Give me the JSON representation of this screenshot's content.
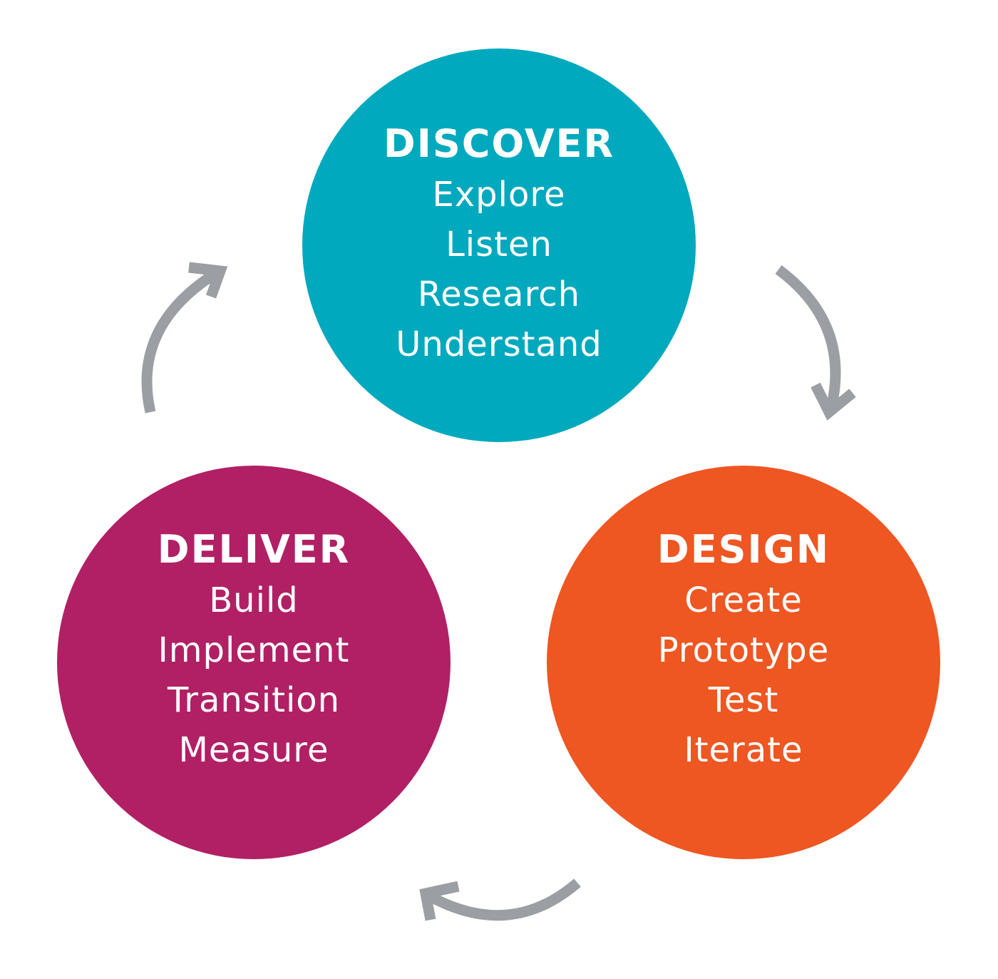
{
  "colors": {
    "background": "#ffffff",
    "arrow": "#9b9ea3"
  },
  "phases": {
    "discover": {
      "title": "DISCOVER",
      "color": "#00a9bd",
      "steps": [
        "Explore",
        "Listen",
        "Research",
        "Understand"
      ]
    },
    "design": {
      "title": "DESIGN",
      "color": "#ee5622",
      "steps": [
        "Create",
        "Prototype",
        "Test",
        "Iterate"
      ]
    },
    "deliver": {
      "title": "DELIVER",
      "color": "#b12064",
      "steps": [
        "Build",
        "Implement",
        "Transition",
        "Measure"
      ]
    }
  },
  "arrows": [
    {
      "from": "discover",
      "to": "design"
    },
    {
      "from": "design",
      "to": "deliver"
    },
    {
      "from": "deliver",
      "to": "discover"
    }
  ]
}
